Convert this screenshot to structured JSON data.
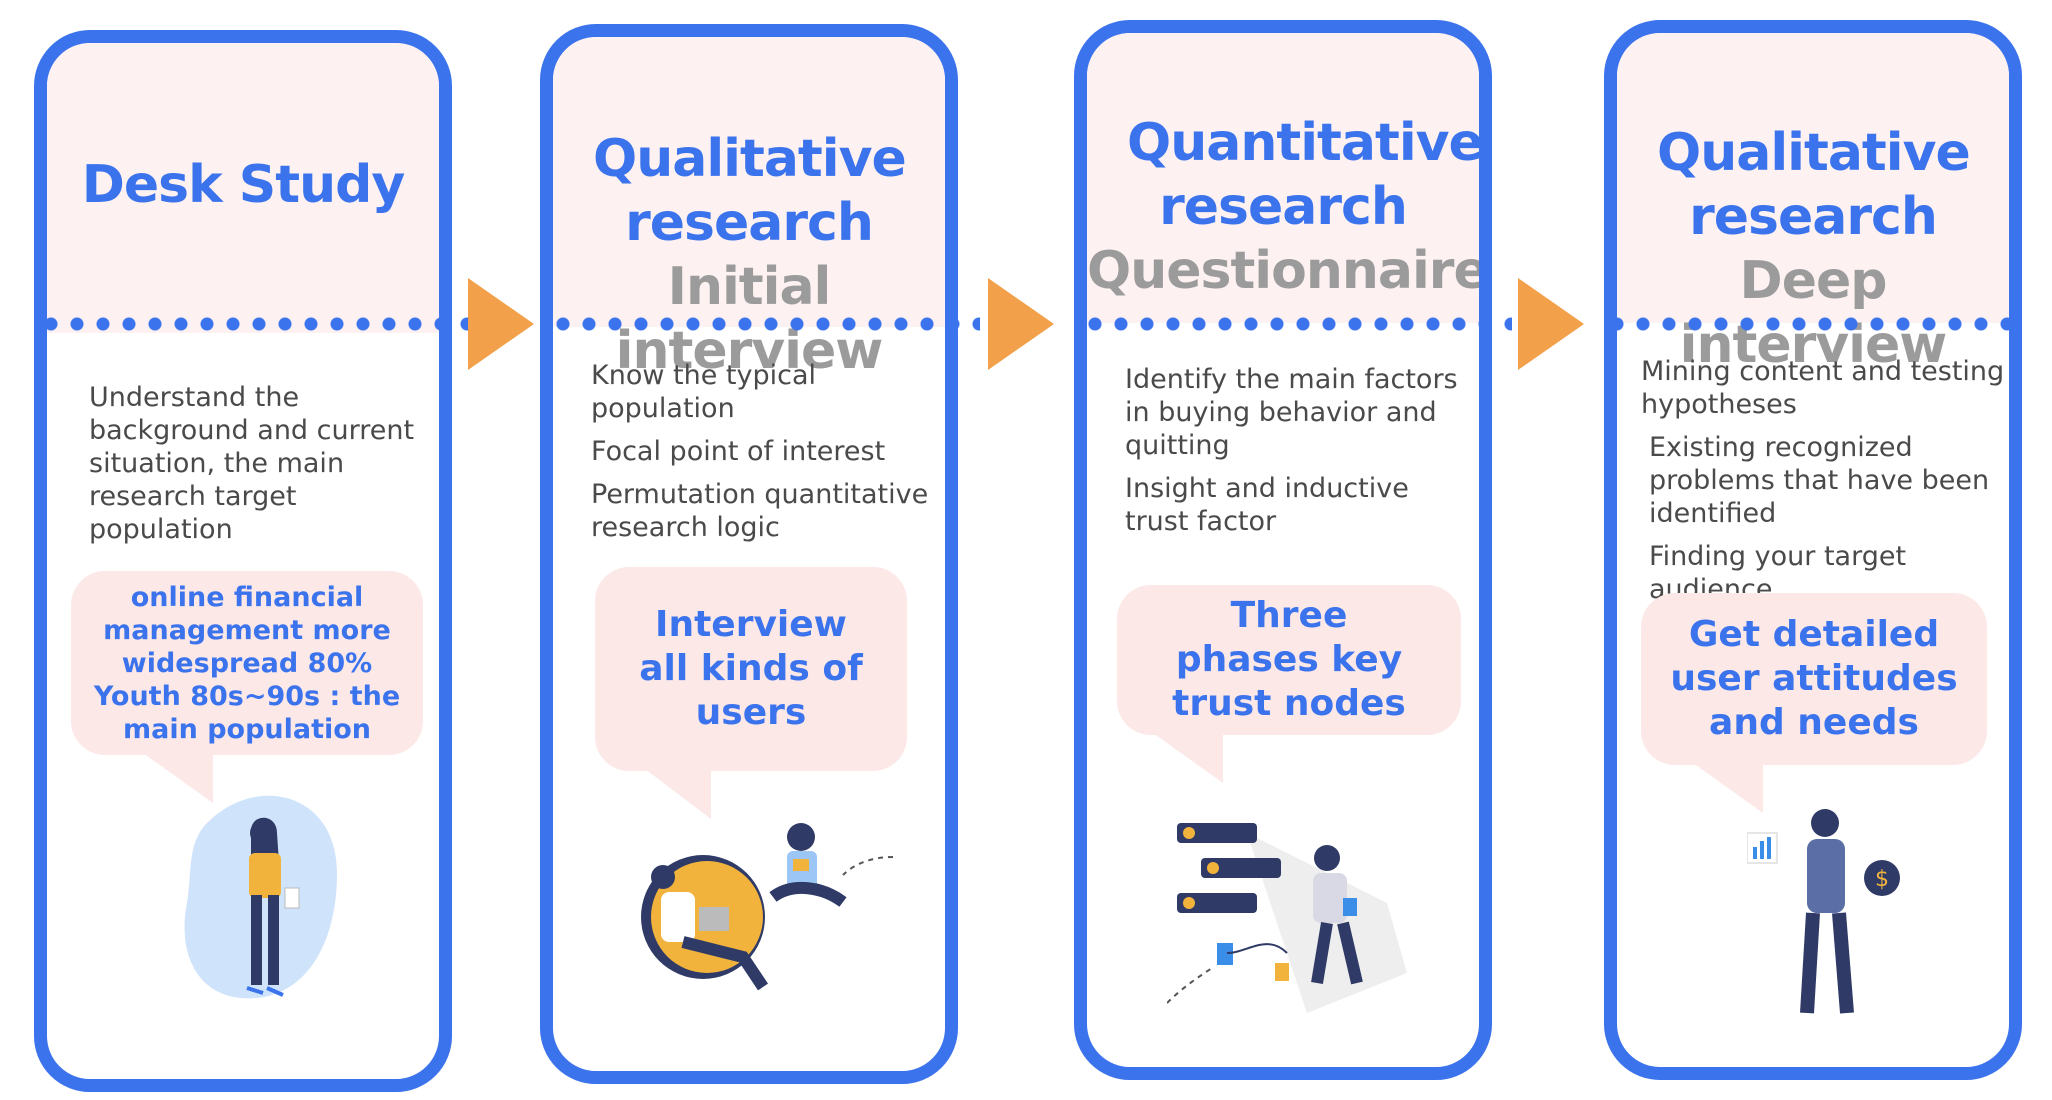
{
  "colors": {
    "accent": "#3b73ec",
    "subtitle": "#9b9b9b",
    "arrow": "#f2a14a",
    "panel_bg": "#fdf1f1",
    "bubble_bg": "#fde8e8"
  },
  "stages": [
    {
      "title": "Desk Study",
      "subtitle": "",
      "description": [
        "Understand the background and current situation, the main research target population"
      ],
      "bubble": "online financial management more widespread 80% Youth 80s~90s : the main population",
      "illustration": "woman-standing-icon"
    },
    {
      "title": "Qualitative research",
      "subtitle": "Initial interview",
      "description": [
        "Know the typical population",
        "Focal point of interest",
        "Permutation quantitative research logic"
      ],
      "bubble": "Interview all kinds of users",
      "illustration": "people-interview-icon"
    },
    {
      "title": "Quantitative research",
      "subtitle": "Questionnaire",
      "description": [
        "Identify the main factors in buying behavior and quitting",
        "Insight and inductive trust factor"
      ],
      "bubble": "Three phases key trust nodes",
      "illustration": "questionnaire-woman-icon"
    },
    {
      "title": "Qualitative research",
      "subtitle": "Deep interview",
      "description": [
        "Mining content and testing hypotheses",
        "Existing recognized problems that have been identified",
        "Finding your target audience"
      ],
      "bubble": "Get detailed user attitudes and needs",
      "illustration": "man-with-coin-icon"
    }
  ]
}
